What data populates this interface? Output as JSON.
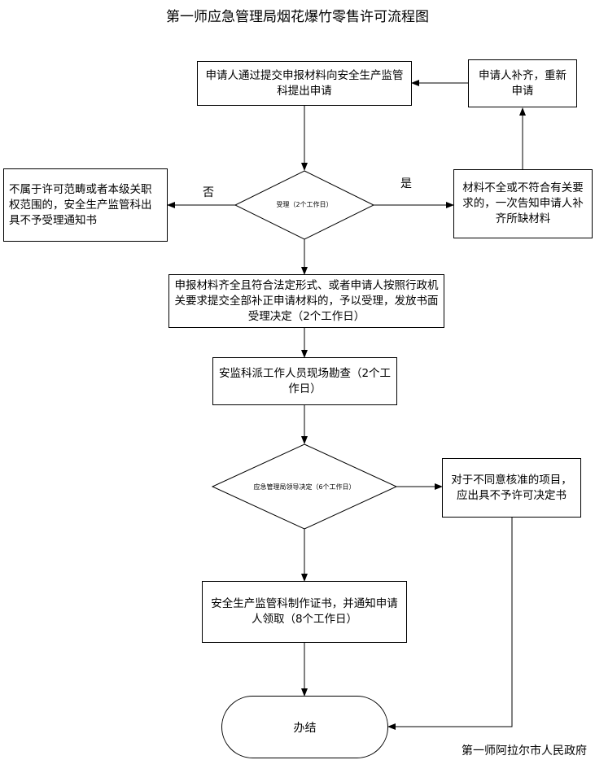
{
  "title": "第一师应急管理局烟花爆竹零售许可流程图",
  "nodes": {
    "apply": "申请人通过提交申报材料向安全生产监管科提出申请",
    "resubmit": "申请人补齐，重新申请",
    "accept_decision": "受理（2个工作日）",
    "reject_scope": "不属于许可范畴或者本级关职权范围的，安全生产监管科出具不予受理通知书",
    "incomplete": "材料不全或不符合有关要求的，一次告知申请人补齐所缺材料",
    "accepted": "申报材料齐全且符合法定形式、或者申请人按照行政机关要求提交全部补正申请材料的，予以受理，发放书面受理决定（2个工作日）",
    "inspection": "安监科派工作人员现场勘查（2个工作日）",
    "leader_decision": "应急管理局领导决定（6个工作日）",
    "not_approved": "对于不同意核准的项目，应出具不予许可决定书",
    "certificate": "安全生产监管科制作证书，并通知申请人领取（8个工作日）",
    "end": "办结"
  },
  "edge_labels": {
    "no": "否",
    "yes": "是"
  },
  "footer": "第一师阿拉尔市人民政府"
}
